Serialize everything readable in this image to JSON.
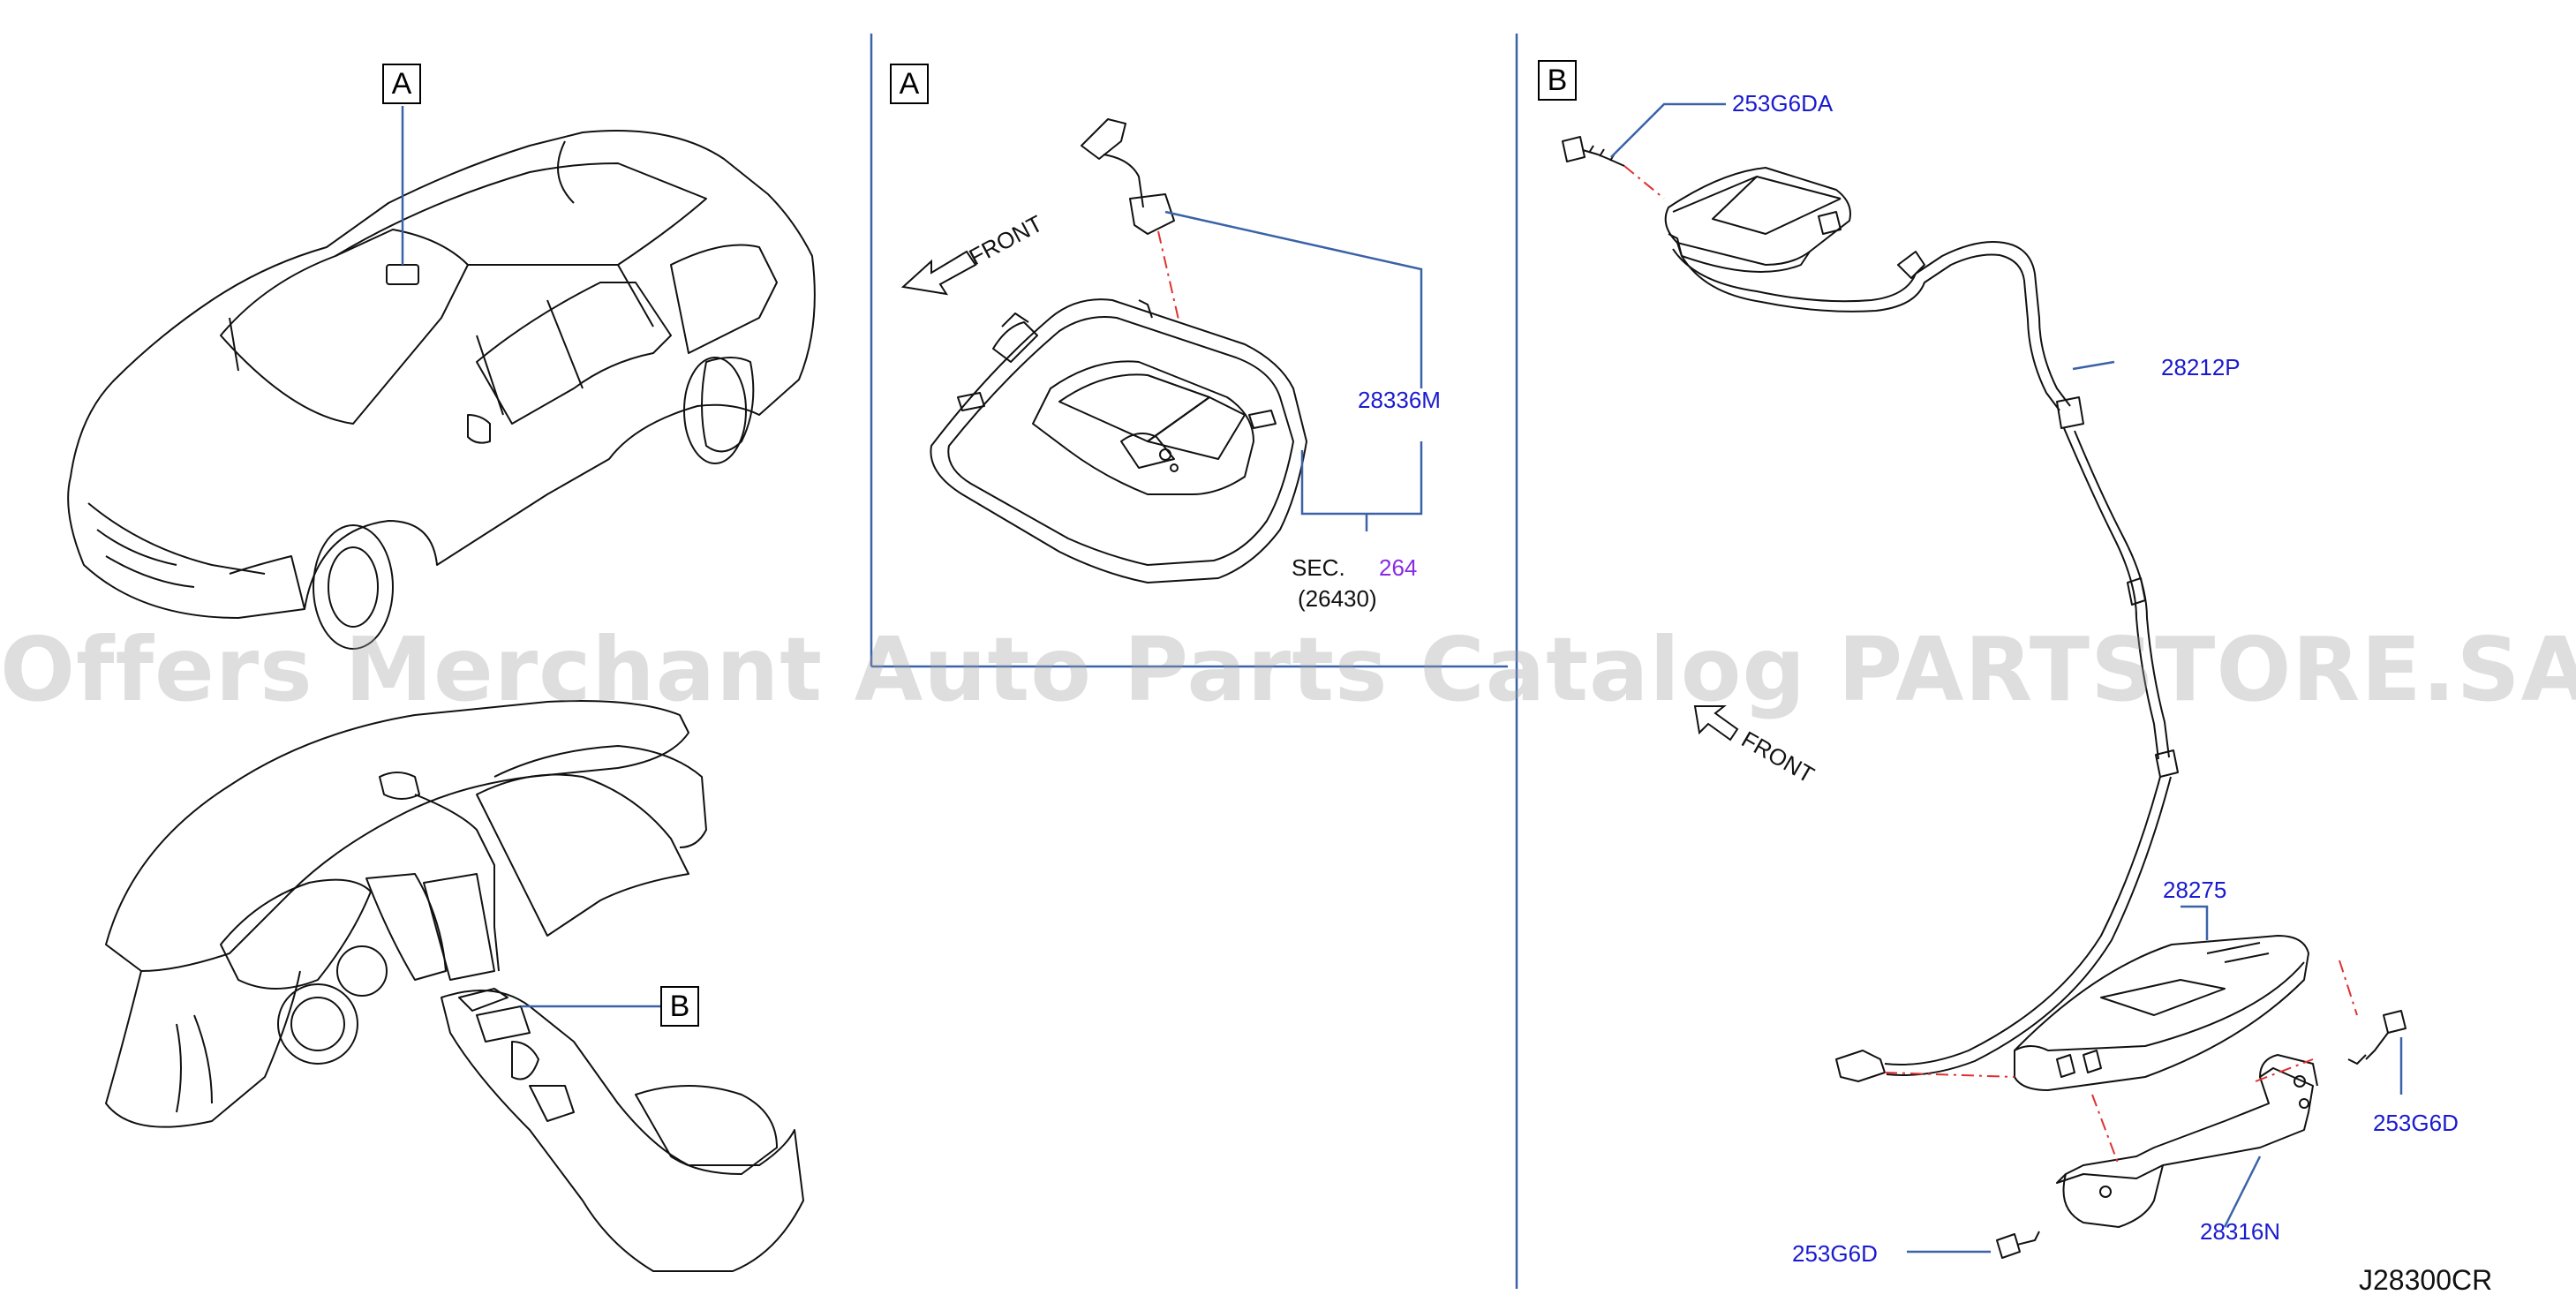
{
  "views": {
    "car_detail_label": "A",
    "console_detail_label": "B",
    "panel_a_label": "A",
    "panel_b_label": "B"
  },
  "parts": {
    "p1": "28336M",
    "p2": "253G6DA",
    "p3": "28212P",
    "p4": "28275",
    "p5": "253G6D",
    "p6": "28316N",
    "p7": "253G6D"
  },
  "sec_ref": {
    "prefix": "SEC.",
    "number": "264",
    "part": "(26430)"
  },
  "front_labels": {
    "panel_a": "FRONT",
    "panel_b": "FRONT"
  },
  "watermark": "Offers Merchant Auto Parts Catalog PARTSTORE.SA",
  "diagram_code": "J28300CR",
  "colors": {
    "part_number": "#1a1ad0",
    "sec_number": "#8a2be2",
    "leader": "#3a62a8",
    "divider": "#3a62a8",
    "centerline": "#e03030"
  }
}
